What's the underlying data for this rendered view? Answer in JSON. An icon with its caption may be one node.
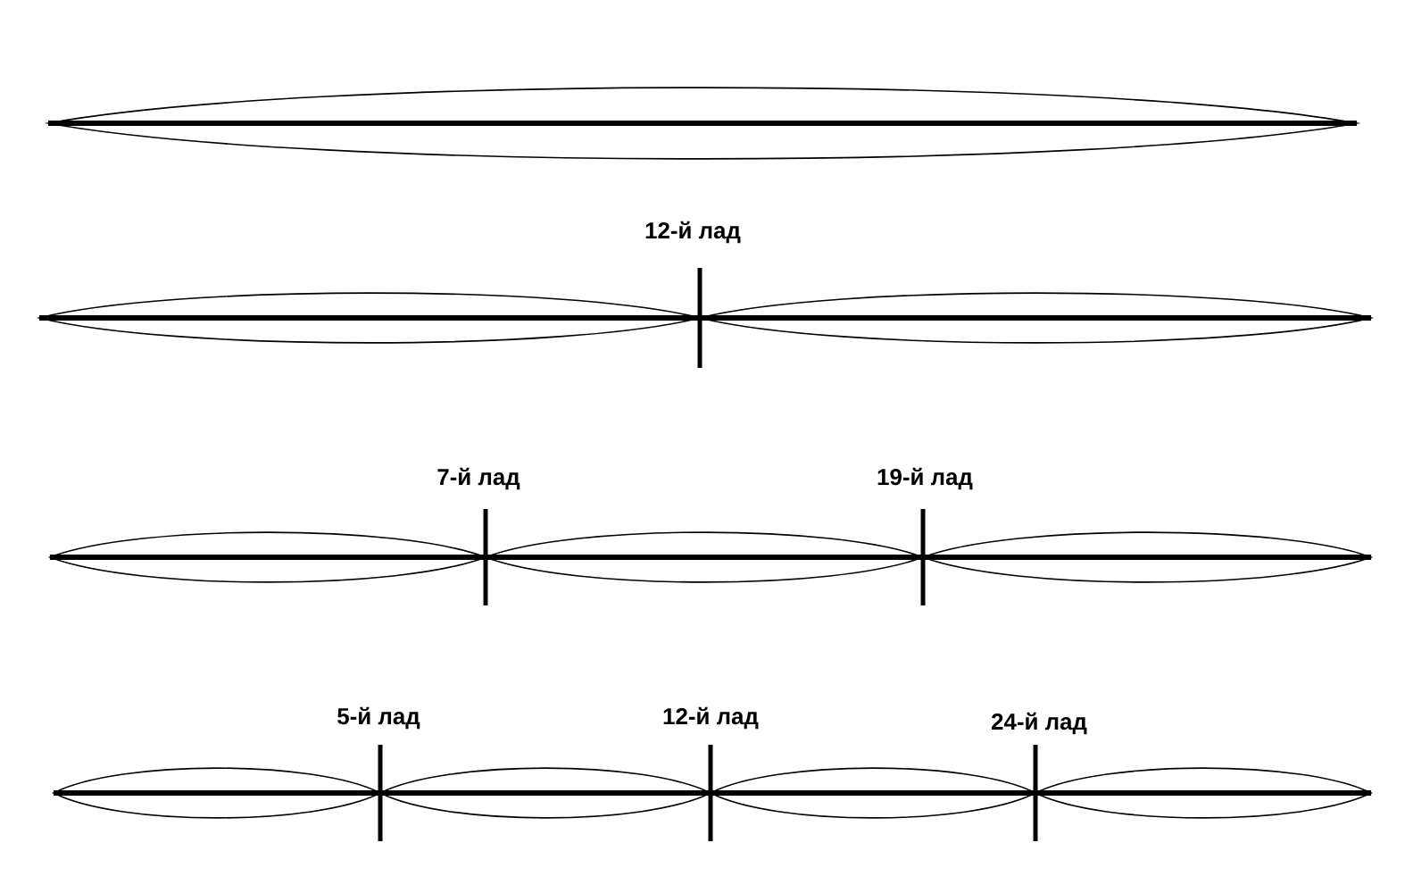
{
  "diagram": {
    "labels": [
      "12-й лад",
      "7-й лад",
      "19-й лад",
      "5-й лад",
      "12-й лад",
      "24-й лад"
    ]
  }
}
